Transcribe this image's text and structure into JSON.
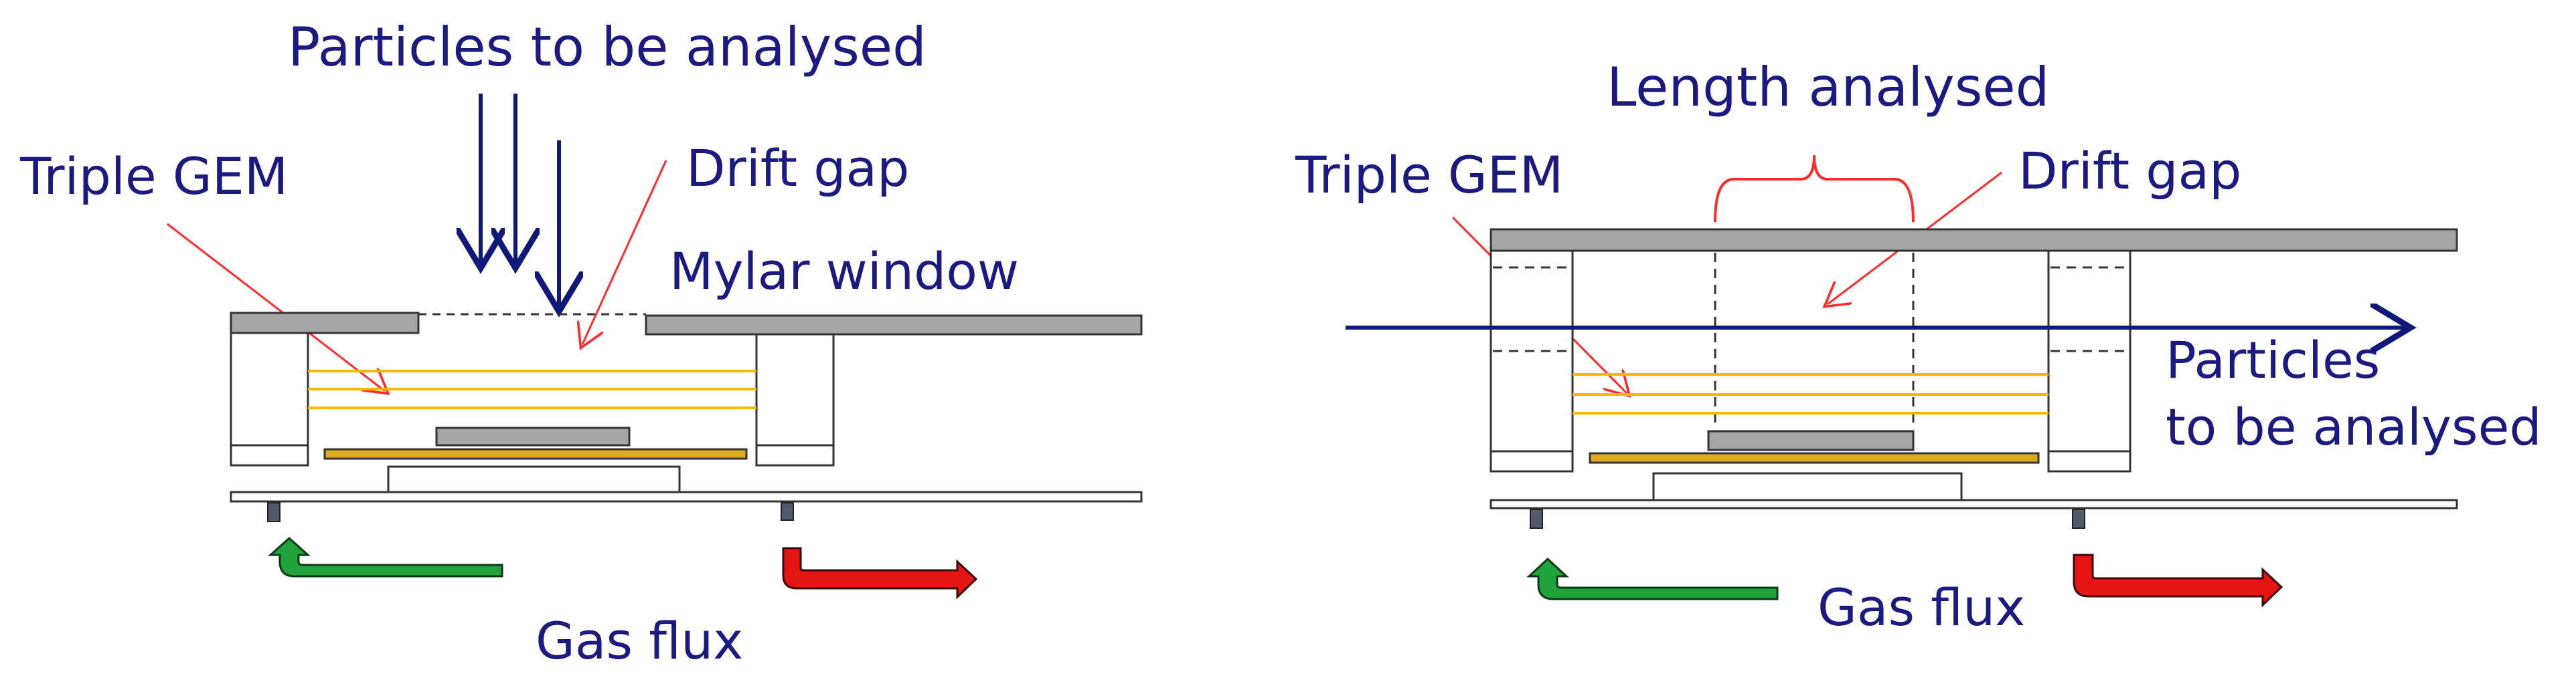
{
  "left_panel": {
    "labels": {
      "particles": "Particles to be analysed",
      "triple_gem": "Triple GEM",
      "drift_gap": "Drift gap",
      "mylar_window": "Mylar window",
      "gas_flux": "Gas flux"
    }
  },
  "right_panel": {
    "labels": {
      "length_analysed": "Length analysed",
      "triple_gem": "Triple GEM",
      "drift_gap": "Drift gap",
      "particles_line1": "Particles",
      "particles_line2": "to be analysed",
      "gas_flux": "Gas flux"
    }
  },
  "colors": {
    "text": "#1a1a80",
    "arrow": "#0f1a78",
    "callout": "#ff2a2a",
    "gem_foil": "#f5b800",
    "plate": "#a6a6a6",
    "outline": "#333333",
    "gas_in": "#1fa33a",
    "gas_out": "#e51515",
    "readout": "#e0aa20"
  }
}
